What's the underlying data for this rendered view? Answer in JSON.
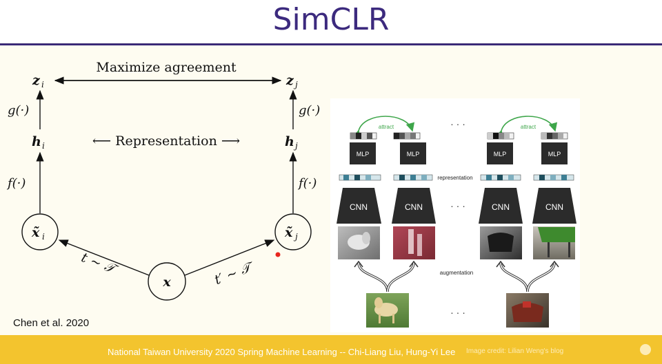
{
  "slide": {
    "title": "SimCLR",
    "citation": "Chen et al. 2020",
    "footer": "National Taiwan University 2020 Spring Machine Learning -- Chi-Liang Liu, Hung-Yi Lee",
    "footer_faint": "Image credit: Lilian Weng's blog"
  },
  "diagram": {
    "maximize": "Maximize agreement",
    "representation": "⟵ Representation ⟶",
    "z_i": "z",
    "z_i_sub": "i",
    "z_j": "z",
    "z_j_sub": "j",
    "h_i": "h",
    "h_i_sub": "i",
    "h_j": "h",
    "h_j_sub": "j",
    "g_left": "g(·)",
    "g_right": "g(·)",
    "f_left": "f(·)",
    "f_right": "f(·)",
    "x_i": "x̃",
    "x_i_sub": "i",
    "x_j": "x̃",
    "x_j_sub": "j",
    "x": "x",
    "t_left": "t ~ 𝒯",
    "t_right": "t′ ~ 𝒯"
  },
  "figure": {
    "attract_left": "attract",
    "attract_right": "attract",
    "mlp": "MLP",
    "cnn": "CNN",
    "representation": "representation",
    "augmentation": "augmentation",
    "ellipsis": "· · ·"
  },
  "colors": {
    "title": "#3c2a7e",
    "footer": "#f3c42e",
    "attract_green": "#3ea64a",
    "cnn_dark": "#2b2b2b",
    "embed_teal": "#3d7e93"
  }
}
